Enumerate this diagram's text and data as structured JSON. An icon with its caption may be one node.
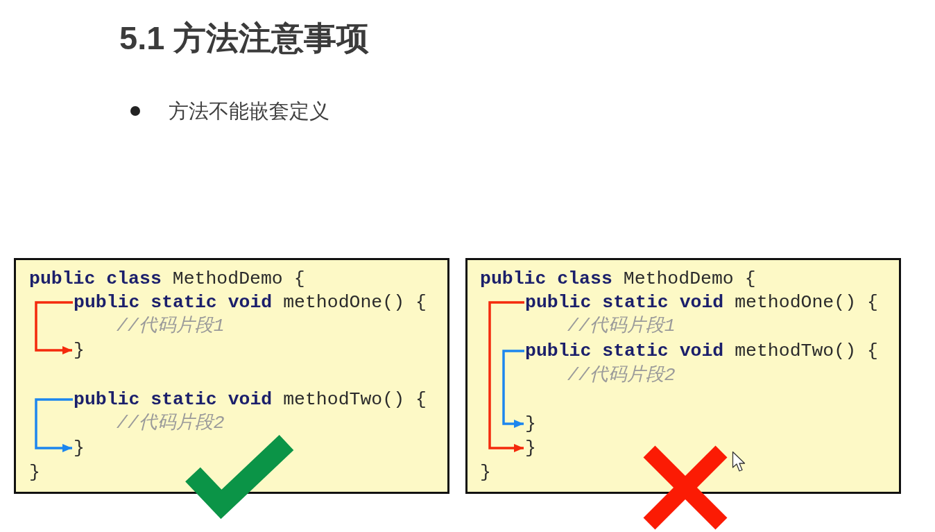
{
  "diagram": {
    "title": "5.1 方法注意事项",
    "nodes": [
      {
        "text": [],
        "shape": "box"
      },
      {
        "text": [
          "**public class** MethodDemo {"
        ],
        "in": 0
      },
      {
        "text": [
          "**public static void** methodOne() {"
        ],
        "in": 0
      },
      {
        "text": [
          "//代码片段1"
        ],
        "in": 0
      },
      {
        "text": [
          "}"
        ],
        "in": 0
      },
      {
        "text": [
          "**public static void** methodTwo() {"
        ],
        "in": 0
      },
      {
        "text": [
          "//代码片段2"
        ],
        "in": 0
      },
      {
        "text": [
          "}"
        ],
        "in": 0
      },
      {
        "text": [
          "}"
        ],
        "in": 0
      },
      {
        "text": [],
        "shape": "box"
      },
      {
        "text": [
          "**public class** MethodDemo {"
        ],
        "in": 9
      },
      {
        "text": [
          "**public static void** methodOne() {"
        ],
        "in": 9
      },
      {
        "text": [
          "//代码片段1"
        ],
        "in": 9
      },
      {
        "text": [
          "**public static void** methodTwo() {"
        ],
        "in": 9
      },
      {
        "text": [
          "//代码片段2"
        ],
        "in": 9
      },
      {
        "text": [
          "}"
        ],
        "in": 9
      },
      {
        "text": [
          "}"
        ],
        "in": 9
      },
      {
        "text": [
          "}"
        ],
        "in": 9
      }
    ],
    "edges": [
      {
        "from": 2,
        "to": 4,
        "arrow": "to",
        "color": "#f42a0c"
      },
      {
        "from": 5,
        "to": 7,
        "arrow": "to",
        "color": "#1d86ee"
      },
      {
        "from": 11,
        "to": 16,
        "arrow": "to",
        "color": "#f42a0c"
      },
      {
        "from": 13,
        "to": 15,
        "arrow": "to",
        "color": "#1d86ee"
      }
    ],
    "labels": [
      "方法不能嵌套定义"
    ]
  }
}
